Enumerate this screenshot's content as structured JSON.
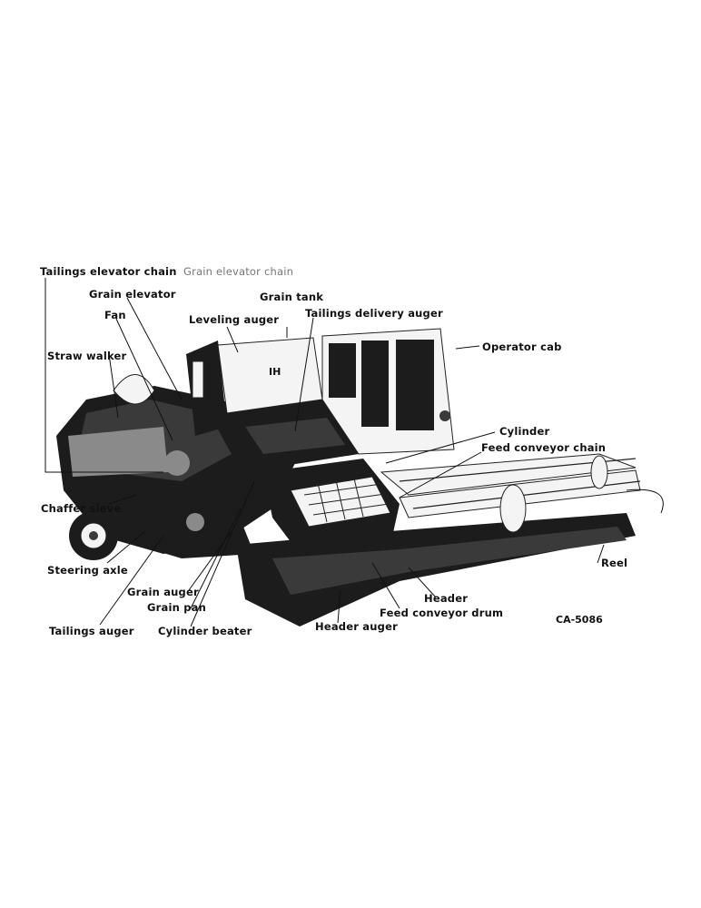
{
  "figure": {
    "labels": {
      "tailings_elevator_chain": "Tailings elevator chain",
      "grain_elevator_chain": "Grain elevator chain",
      "grain_elevator": "Grain elevator",
      "grain_tank": "Grain tank",
      "fan": "Fan",
      "leveling_auger": "Leveling auger",
      "tailings_delivery_auger": "Tailings delivery auger",
      "straw_walker": "Straw walker",
      "operator_cab": "Operator cab",
      "cylinder": "Cylinder",
      "feed_conveyor_chain": "Feed conveyor chain",
      "chaffer_sieve": "Chaffer sieve",
      "steering_axle": "Steering axle",
      "reel": "Reel",
      "grain_auger": "Grain auger",
      "header": "Header",
      "grain_pan": "Grain pan",
      "feed_conveyor_drum": "Feed conveyor drum",
      "tailings_auger": "Tailings auger",
      "cylinder_beater": "Cylinder beater",
      "header_auger": "Header auger"
    },
    "figure_code": "CA-5086",
    "machine_badge": "IH"
  }
}
